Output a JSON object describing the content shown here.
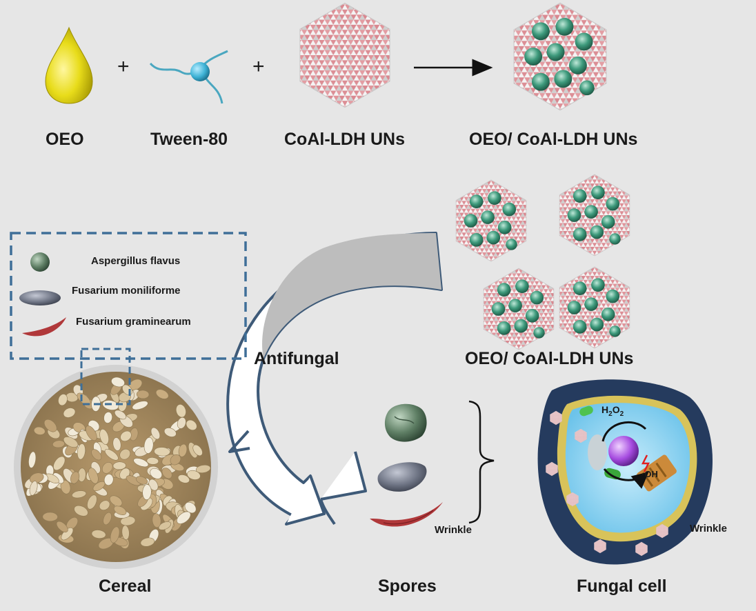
{
  "colors": {
    "background": "#e6e6e6",
    "drop": "#e8dc1a",
    "tween_tail": "#4aa7c0",
    "tween_head": "#3fb3d6",
    "ldh_pink": "#e0949a",
    "ldh_white": "#f4f4f4",
    "oeo_green": "#3e9a7c",
    "dash_box": "#3f6f98",
    "arrow_outline": "#3e5a78",
    "arrow_fill": "#bdbdbd",
    "aspergillus": "#5e7e64",
    "moniliforme": "#6f7585",
    "graminearum": "#b0383a",
    "cell_outer": "#253b5e",
    "cell_membrane": "#d8c35a",
    "cytoplasm": "#8ed2ef",
    "nucleus": "#a64ce0",
    "mitochondria": "#cc8a3a"
  },
  "top_row": {
    "oeo": "OEO",
    "plus_1": "+",
    "tween": "Tween-80",
    "plus_2": "+",
    "ldh": "CoAl-LDH UNs",
    "product": "OEO/ CoAl-LDH UNs"
  },
  "legend": {
    "items": [
      {
        "name": "Aspergillus flavus",
        "icon": "green-sphere-icon"
      },
      {
        "name": "Fusarium moniliforme",
        "icon": "gray-ellipse-icon"
      },
      {
        "name": "Fusarium graminearum",
        "icon": "red-crescent-icon"
      }
    ]
  },
  "middle": {
    "antifungal": "Antifungal",
    "oeo_ldh": "OEO/ CoAl-LDH UNs"
  },
  "bottom": {
    "cereal": "Cereal",
    "spores": "Spores",
    "fungal_cell": "Fungal cell",
    "wrinkle_spores": "Wrinkle",
    "wrinkle_cell": "Wrinkle",
    "h2o2_h": "H",
    "h2o2_sub1": "2",
    "h2o2_o": "O",
    "h2o2_sub2": "2",
    "oh": "·OH"
  }
}
